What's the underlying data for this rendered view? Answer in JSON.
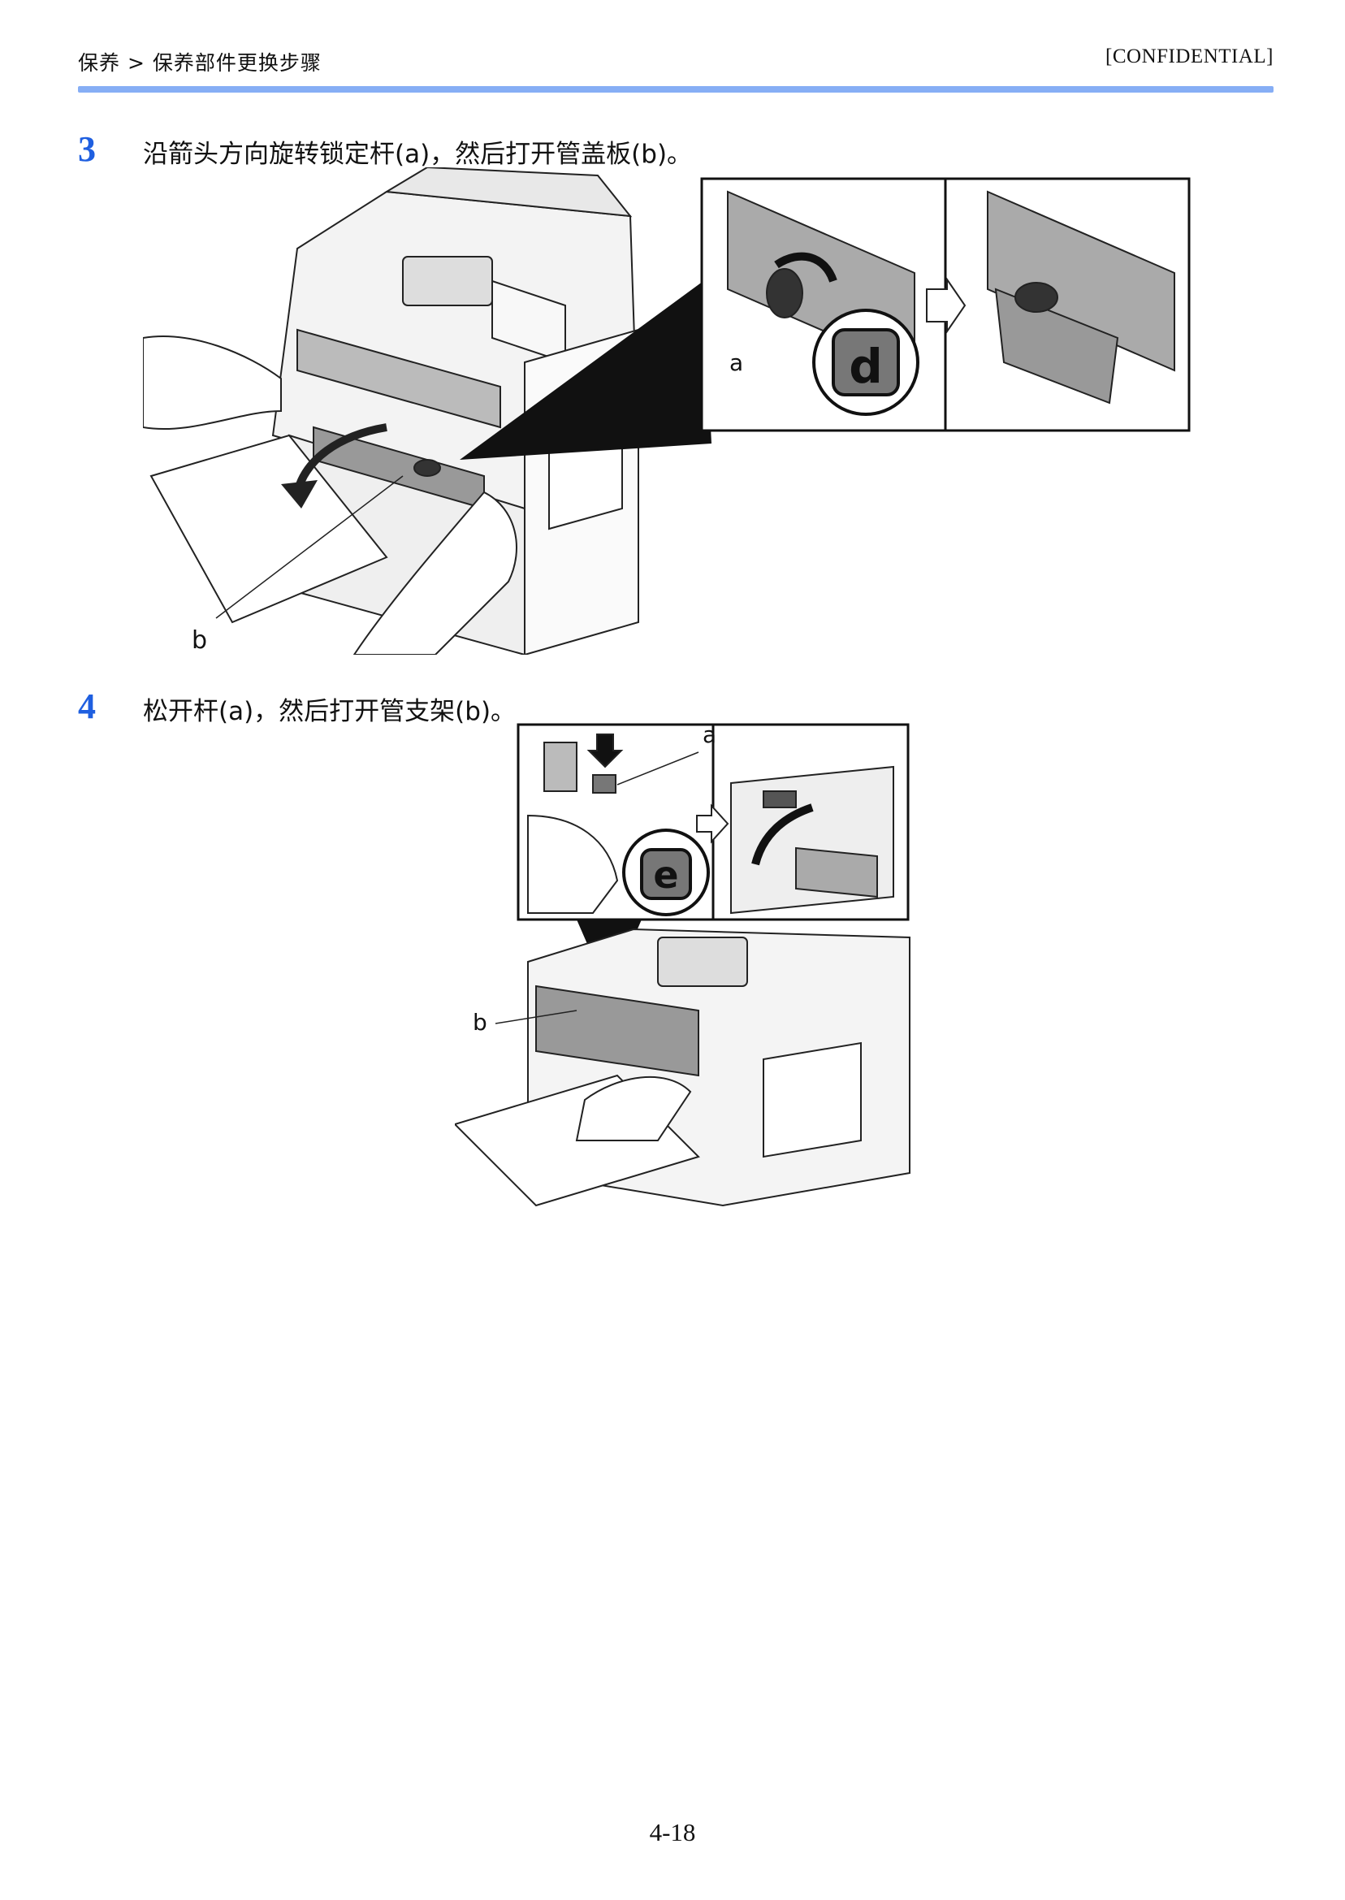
{
  "header": {
    "breadcrumb": "保养 > 保养部件更换步骤",
    "confidential": "[CONFIDENTIAL]"
  },
  "steps": [
    {
      "number": "3",
      "text": "沿箭头方向旋转锁定杆(a)，然后打开管盖板(b)。"
    },
    {
      "number": "4",
      "text": "松开杆(a)，然后打开管支架(b)。"
    }
  ],
  "figure1": {
    "callout_a": "a",
    "callout_b": "b",
    "badge": "d"
  },
  "figure2": {
    "callout_a": "a",
    "callout_b": "b",
    "badge": "e"
  },
  "footer": {
    "page_number": "4-18"
  }
}
